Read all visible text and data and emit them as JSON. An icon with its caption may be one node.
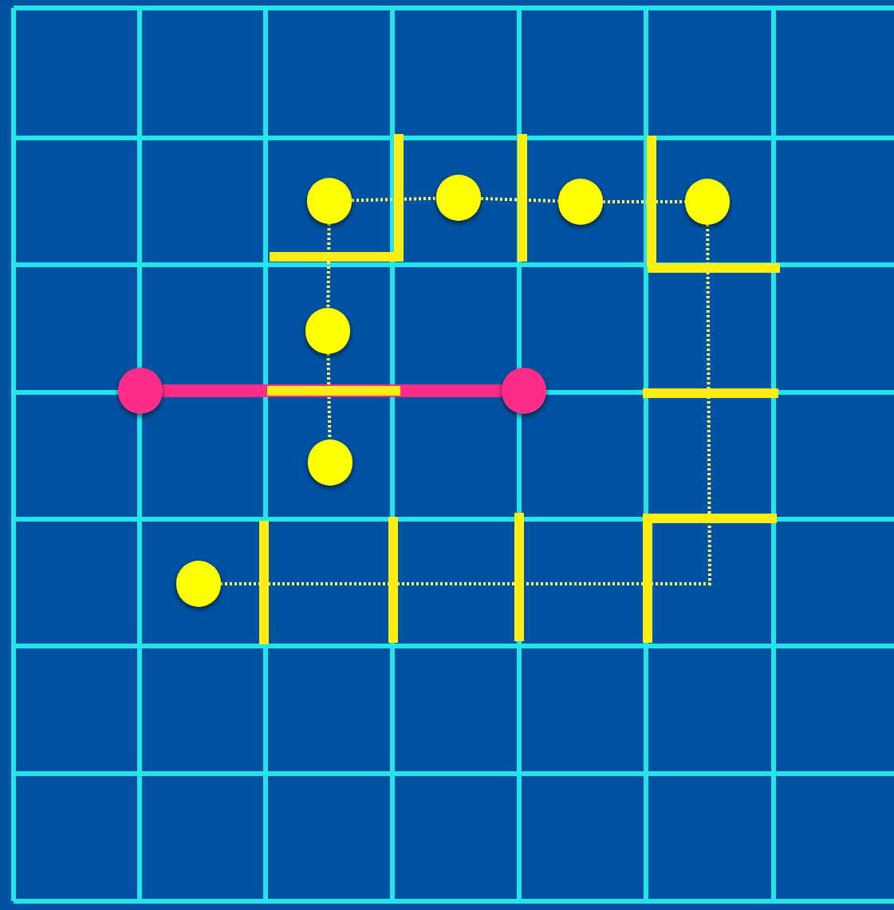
{
  "diagram": {
    "nodes": [
      {
        "text": [],
        "shape": "circle"
      },
      {
        "text": [],
        "shape": "circle"
      },
      {
        "text": [],
        "shape": "circle"
      },
      {
        "text": [],
        "shape": "circle"
      },
      {
        "text": [],
        "shape": "circle"
      },
      {
        "text": [],
        "shape": "circle"
      },
      {
        "text": [],
        "shape": "circle"
      },
      {
        "text": [],
        "shape": "circle"
      },
      {
        "text": [],
        "shape": "circle"
      }
    ],
    "edges": [
      {
        "from": 0,
        "to": 1,
        "arrow": "none",
        "style": "dashed"
      },
      {
        "from": 1,
        "to": 2,
        "arrow": "none",
        "style": "dashed"
      },
      {
        "from": 2,
        "to": 3,
        "arrow": "none",
        "style": "dashed"
      },
      {
        "from": 0,
        "to": 4,
        "arrow": "none",
        "style": "dashed"
      },
      {
        "from": 4,
        "to": 7,
        "arrow": "none",
        "style": "dashed"
      },
      {
        "from": 3,
        "to": 8,
        "arrow": "none",
        "style": "dashed"
      },
      {
        "from": 5,
        "to": 6,
        "arrow": "none",
        "style": "thick",
        "color": "#ff2d8a"
      }
    ]
  }
}
